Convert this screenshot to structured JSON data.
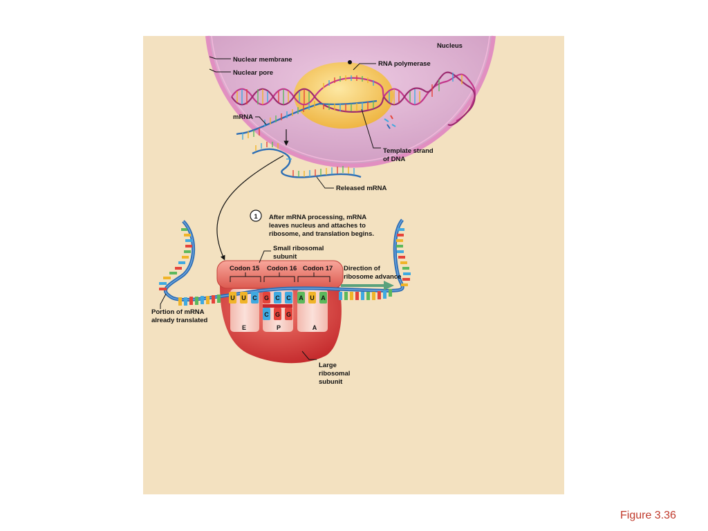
{
  "labels": {
    "nucleus": "Nucleus",
    "nuclear_membrane": "Nuclear membrane",
    "nuclear_pore": "Nuclear pore",
    "rna_polymerase": "RNA polymerase",
    "mrna": "mRNA",
    "template_strand_1": "Template strand",
    "template_strand_2": "of DNA",
    "released_mrna": "Released mRNA",
    "step_number": "1",
    "step_line_1": "After mRNA processing, mRNA",
    "step_line_2": "leaves nucleus and attaches to",
    "step_line_3": "ribosome, and translation begins.",
    "small_subunit_1": "Small ribosomal",
    "small_subunit_2": "subunit",
    "codon_15": "Codon 15",
    "codon_16": "Codon 16",
    "codon_17": "Codon 17",
    "direction_1": "Direction of",
    "direction_2": "ribosome advance",
    "portion_1": "Portion of mRNA",
    "portion_2": "already translated",
    "site_e": "E",
    "site_p": "P",
    "site_a": "A",
    "large_1": "Large",
    "large_2": "ribosomal",
    "large_3": "subunit"
  },
  "codon_bases": [
    "U",
    "U",
    "C",
    "G",
    "C",
    "C",
    "A",
    "U",
    "A"
  ],
  "anticodon_bases": [
    "C",
    "G",
    "G"
  ],
  "caption": {
    "figure": "Figure 3.36"
  },
  "colors": {
    "panel": "#f3e1c0",
    "nucleus_fill": "#dfb3d3",
    "membrane": "#e18fc1",
    "rna_polymerase": "#f2c14a",
    "dna_strand": "#c2358a",
    "mrna_strand": "#2c6db4",
    "ribosome": "#d9403e",
    "arrow": "#5aa27c",
    "caption": "#c0392b"
  }
}
